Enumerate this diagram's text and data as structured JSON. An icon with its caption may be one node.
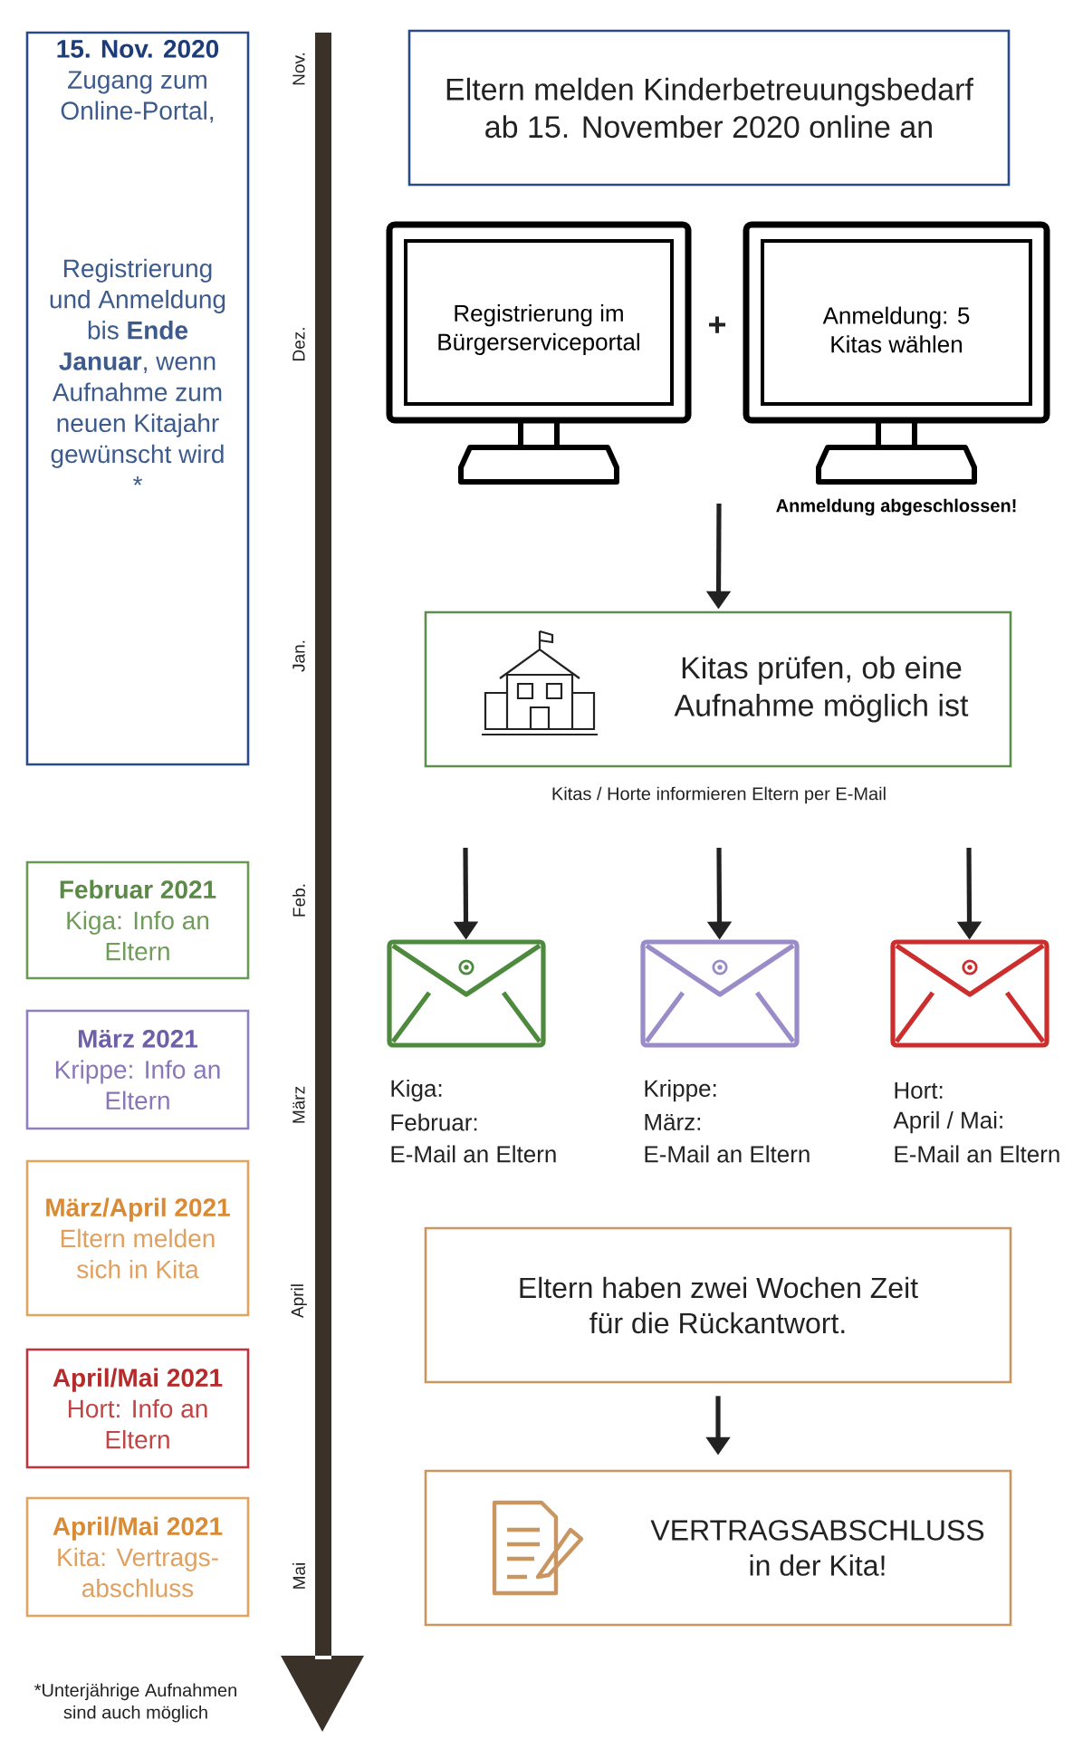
{
  "diagram": {
    "nodes": [
      {
        "text": [
          "15. Nov. 2020",
          "Zugang zum Online-Portal,",
          "Registrierung und Anmeldung bis **Ende Januar**, wenn Aufnahme zum neuen Kitajahr gewünscht wird *"
        ]
      },
      {
        "text": [
          "Februar 2021",
          "Kiga: Info an Eltern"
        ]
      },
      {
        "text": [
          "März 2021",
          "Krippe: Info an Eltern"
        ]
      },
      {
        "text": [
          "März/April 2021",
          "Eltern melden sich in Kita"
        ]
      },
      {
        "text": [
          "April/Mai 2021",
          "Hort: Info an Eltern"
        ]
      },
      {
        "text": [
          "April/Mai 2021",
          "Kita: Vertrags-abschluss"
        ]
      },
      {
        "text": [
          "Eltern melden Kinderbetreuungsbedarf ab 15. November 2020 online an"
        ]
      },
      {
        "text": [
          "Registrierung im Bürgerserviceportal"
        ]
      },
      {
        "text": [
          "Anmeldung: 5 Kitas wählen"
        ],
        "beside": [
          "Anmeldung abgeschlossen!"
        ]
      },
      {
        "text": [
          "Kitas prüfen, ob eine Aufnahme möglich ist"
        ]
      },
      {
        "text": [],
        "shape": "envelope",
        "beside": [
          "Kiga:",
          "Februar:",
          "E-Mail an Eltern"
        ]
      },
      {
        "text": [],
        "shape": "envelope",
        "beside": [
          "Krippe:",
          "März:",
          "E-Mail an Eltern"
        ]
      },
      {
        "text": [],
        "shape": "envelope",
        "beside": [
          "Hort:",
          "April / Mai:",
          "E-Mail an Eltern"
        ]
      },
      {
        "text": [
          "Eltern haben zwei Wochen Zeit für die Rückantwort."
        ]
      },
      {
        "text": [
          "VERTRAGSABSCHLUSS in der Kita!"
        ]
      }
    ],
    "edges": [
      {
        "from": null,
        "to": 9,
        "arrow": "to"
      },
      {
        "from": null,
        "to": 10,
        "arrow": "to"
      },
      {
        "from": null,
        "to": 11,
        "arrow": "to"
      },
      {
        "from": null,
        "to": 12,
        "arrow": "to"
      },
      {
        "from": 13,
        "to": 14,
        "arrow": "to"
      }
    ],
    "labels": [
      "Nov.",
      "+",
      "Dez.",
      "Jan.",
      "Kitas / Horte informieren Eltern per E-Mail",
      "Feb.",
      "März",
      "April",
      "Mai",
      "*Unterjährige Aufnahmen sind auch möglich"
    ]
  }
}
